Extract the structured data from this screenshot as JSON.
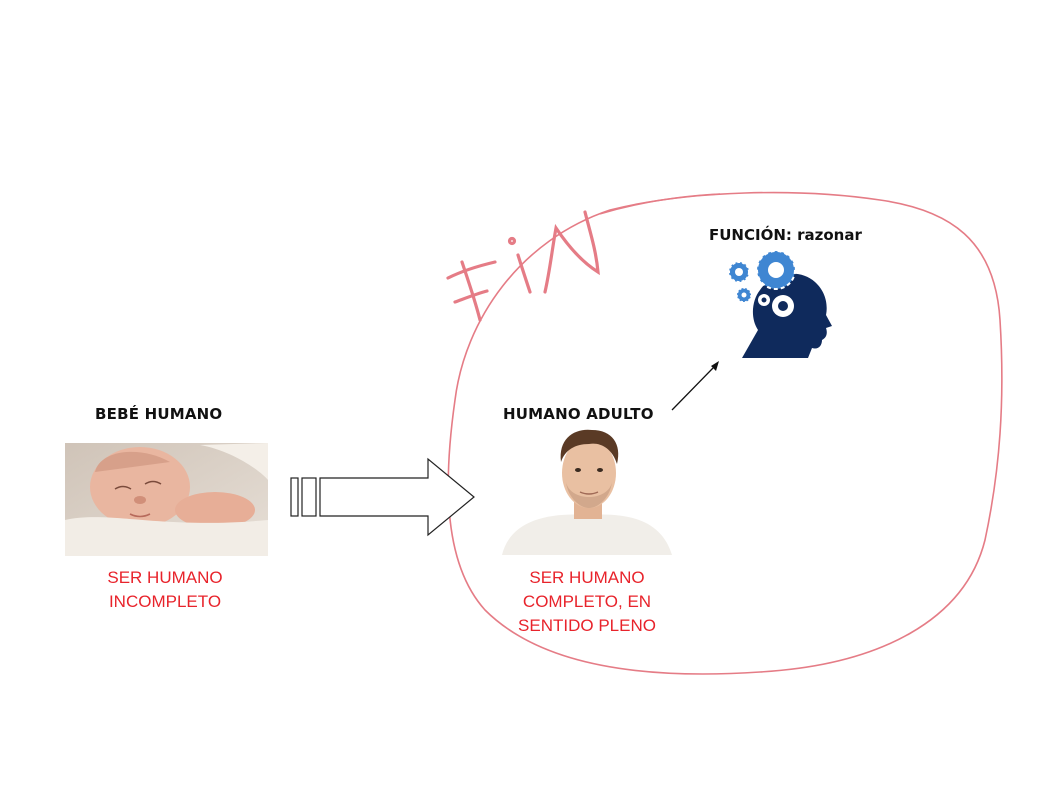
{
  "baby": {
    "title": "BEBÉ HUMANO",
    "caption_line1": "SER HUMANO",
    "caption_line2": "INCOMPLETO"
  },
  "adult": {
    "title": "HUMANO ADULTO",
    "caption_line1": "SER HUMANO",
    "caption_line2": "COMPLETO, EN",
    "caption_line3": "SENTIDO PLENO"
  },
  "function": {
    "title_bold": "FUNCIÓN:",
    "title_rest": " razonar"
  },
  "handwriting": {
    "text": "FiN"
  },
  "colors": {
    "caption_red": "#e8232b",
    "circle_red": "#e57c86",
    "head_navy": "#0f2a5c",
    "gear_blue": "#3f86d2"
  },
  "icons": {
    "head": "head-with-gears-icon",
    "arrow": "block-arrow-icon"
  }
}
